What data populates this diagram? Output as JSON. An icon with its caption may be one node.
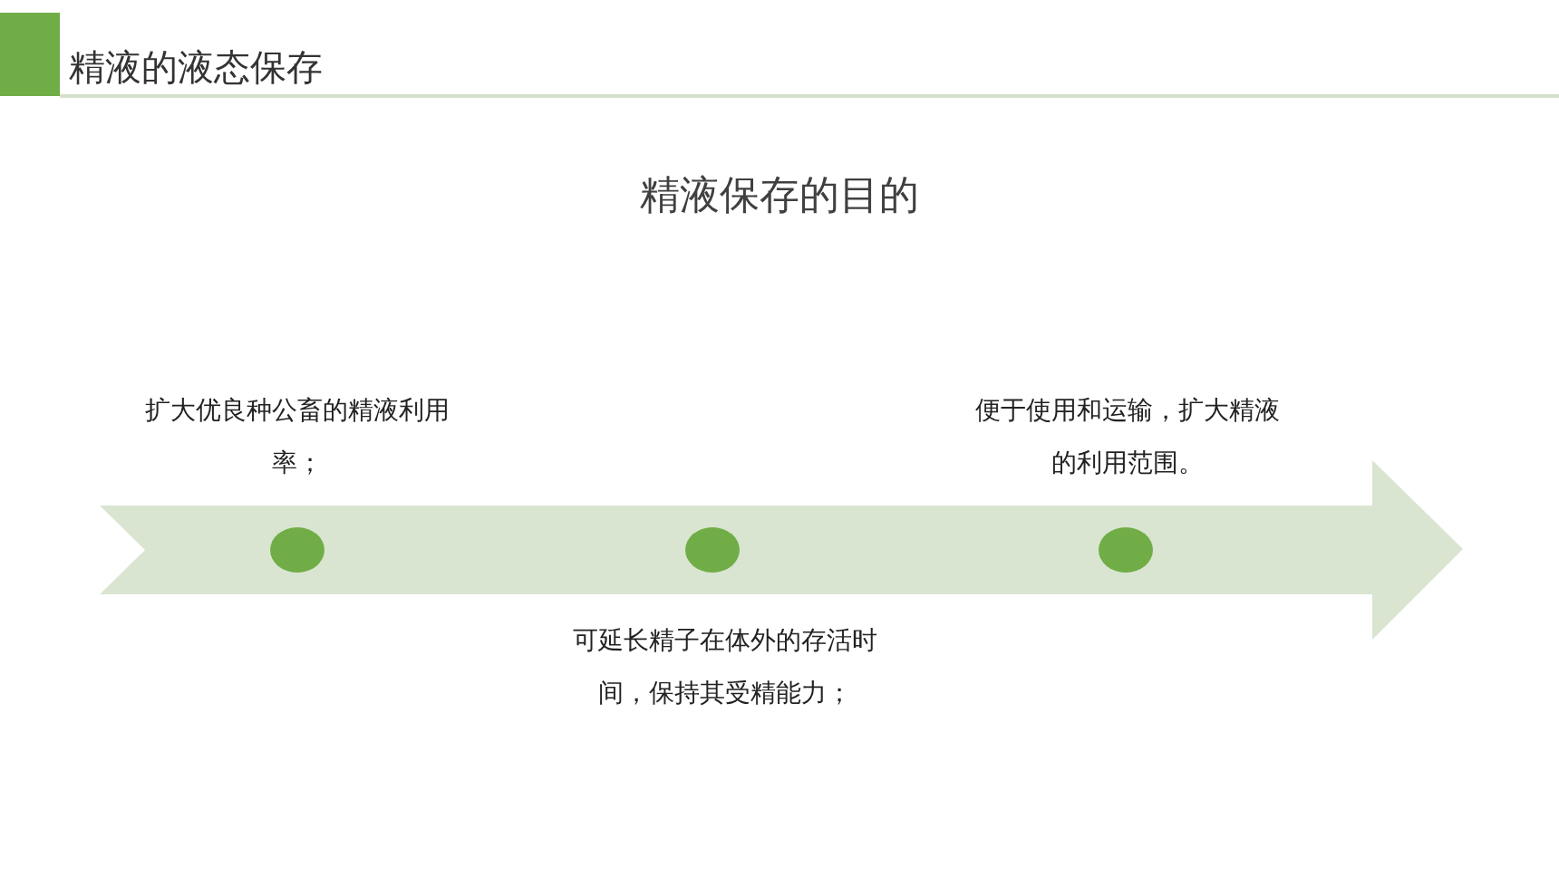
{
  "diagram": {
    "title": "精液的液态保存",
    "nodes": [
      {
        "text": [],
        "shape": "circle",
        "beside": [
          "扩大优良种公畜的精液利用率；"
        ]
      },
      {
        "text": [],
        "shape": "circle",
        "beside": [
          "可延长精子在体外的存活时间，保持其受精能力；"
        ]
      },
      {
        "text": [],
        "shape": "circle",
        "beside": [
          "便于使用和运输，扩大精液的利用范围。"
        ]
      }
    ],
    "labels": [
      "精液保存的目的"
    ]
  }
}
